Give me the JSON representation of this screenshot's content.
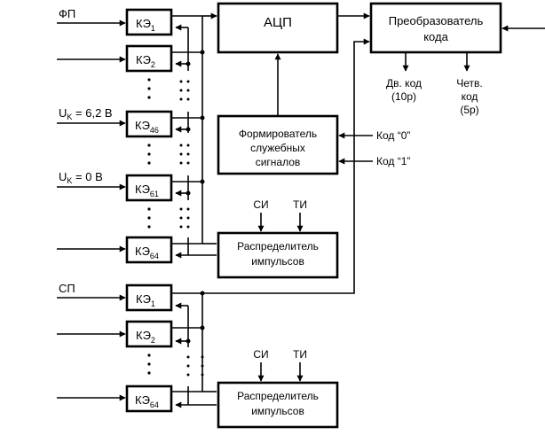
{
  "inputs": {
    "fp": "ФП",
    "uk62": "U",
    "uk62_sub": "K",
    "uk62_value": " = 6,2 В",
    "uk0": "U",
    "uk0_sub": "K",
    "uk0_value": " = 0 В",
    "sp": "СП"
  },
  "ke": {
    "prefix": "КЭ",
    "sub_1": "1",
    "sub_2": "2",
    "sub_46": "46",
    "sub_61": "61",
    "sub_64": "64"
  },
  "adc": {
    "label": "АЦП"
  },
  "converter": {
    "line1": "Преобразователь",
    "line2": "кода"
  },
  "outputs": {
    "bin_line1": "Дв. код",
    "bin_line2": "(10р)",
    "quat_line1": "Четв.",
    "quat_line2": "код",
    "quat_line3": "(5р)"
  },
  "service": {
    "line1": "Формирователь",
    "line2": "служебных",
    "line3": "сигналов"
  },
  "codes": {
    "code0": "Код “0”",
    "code1": "Код “1”"
  },
  "distributor": {
    "line1": "Распределитель",
    "line2": "импульсов"
  },
  "signals": {
    "si": "СИ",
    "ti": "ТИ"
  }
}
